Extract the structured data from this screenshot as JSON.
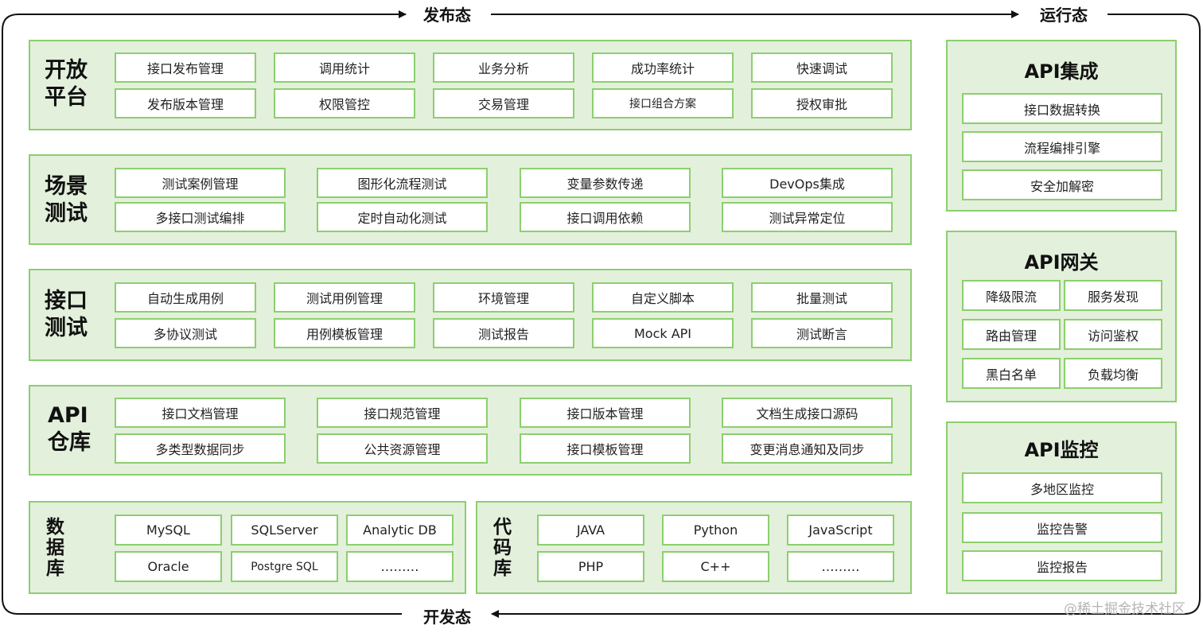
{
  "flow": {
    "publish_label": "发布态",
    "runtime_label": "运行态",
    "develop_label": "开发态"
  },
  "sections": {
    "open_platform": {
      "title_line1": "开放",
      "title_line2": "平台",
      "items": [
        "接口发布管理",
        "调用统计",
        "业务分析",
        "成功率统计",
        "快速调试",
        "发布版本管理",
        "权限管控",
        "交易管理",
        "接口组合方案",
        "授权审批"
      ]
    },
    "scenario_test": {
      "title_line1": "场景",
      "title_line2": "测试",
      "items": [
        "测试案例管理",
        "图形化流程测试",
        "变量参数传递",
        "DevOps集成",
        "多接口测试编排",
        "定时自动化测试",
        "接口调用依赖",
        "测试异常定位"
      ]
    },
    "interface_test": {
      "title_line1": "接口",
      "title_line2": "测试",
      "items": [
        "自动生成用例",
        "测试用例管理",
        "环境管理",
        "自定义脚本",
        "批量测试",
        "多协议测试",
        "用例模板管理",
        "测试报告",
        "Mock API",
        "测试断言"
      ]
    },
    "api_repo": {
      "title_line1": "API",
      "title_line2": "仓库",
      "items": [
        "接口文档管理",
        "接口规范管理",
        "接口版本管理",
        "文档生成接口源码",
        "多类型数据同步",
        "公共资源管理",
        "接口模板管理",
        "变更消息通知及同步"
      ]
    },
    "database": {
      "title_chars": [
        "数",
        "据",
        "库"
      ],
      "items": [
        "MySQL",
        "SQLServer",
        "Analytic DB",
        "Oracle",
        "Postgre SQL",
        "………"
      ]
    },
    "code_repo": {
      "title_chars": [
        "代",
        "码",
        "库"
      ],
      "items": [
        "JAVA",
        "Python",
        "JavaScript",
        "PHP",
        "C++",
        "………"
      ]
    }
  },
  "right": {
    "api_integration": {
      "title": "API集成",
      "items": [
        "接口数据转换",
        "流程编排引擎",
        "安全加解密"
      ]
    },
    "api_gateway": {
      "title": "API网关",
      "items": [
        "降级限流",
        "服务发现",
        "路由管理",
        "访问鉴权",
        "黑白名单",
        "负载均衡"
      ]
    },
    "api_monitor": {
      "title": "API监控",
      "items": [
        "多地区监控",
        "监控告警",
        "监控报告"
      ]
    }
  },
  "watermark": "@稀土掘金技术社区",
  "colors": {
    "section_fill": "#e3f0dc",
    "border_green": "#8ccf6e",
    "box_fill": "#ffffff",
    "flow_line": "#111111"
  }
}
